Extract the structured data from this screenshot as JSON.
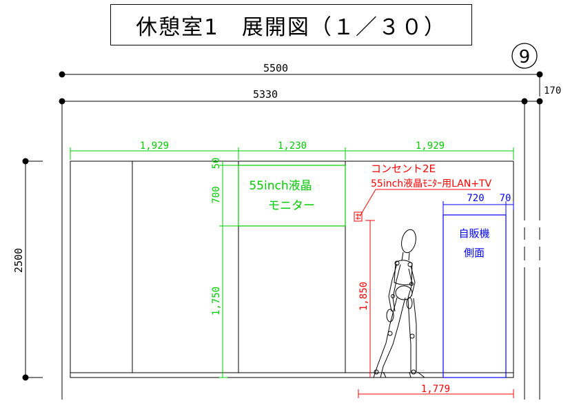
{
  "title": "休憩室1　展開図（１／３０）",
  "sheet_number": "9",
  "dimensions": {
    "overall_top": "5500",
    "overall_inner": "5330",
    "offset_right": "170",
    "seg_left": "1,929",
    "seg_mid": "1,230",
    "seg_right": "1,929",
    "height_total": "2500",
    "monitor_gap": "50",
    "monitor_height": "700",
    "monitor_bottom": "1,750",
    "outlet_height": "1,850",
    "outlet_offset": "1,779",
    "vending_depth": "720",
    "vending_gap": "70"
  },
  "labels": {
    "monitor_line1": "55inch液晶",
    "monitor_line2": "モニター",
    "outlet_line1": "コンセント2E",
    "outlet_line2": "55inch液晶ﾓﾆﾀｰ用LAN+TV",
    "vending_line1": "自販機",
    "vending_line2": "側面"
  },
  "colors": {
    "black": "#000000",
    "green": "#00cc00",
    "red": "#ff0000",
    "blue": "#0000ff"
  }
}
